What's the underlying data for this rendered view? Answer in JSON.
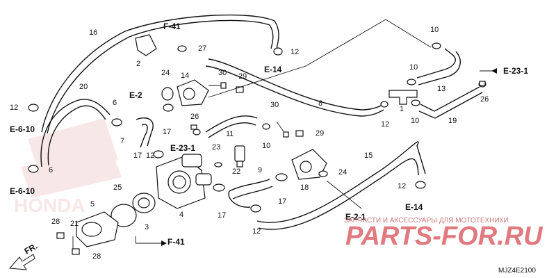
{
  "diagram": {
    "code": "MJZ4E2100",
    "direction_label": "FR.",
    "watermark_caption": "ЗАПЧАСТИ И АКСЕССУАРЫ ДЛЯ МОТОТЕХНИКИ",
    "watermark_brand": "PARTS-FOR.RU"
  },
  "refs": {
    "f41_top": "F-41",
    "f41_bottom": "F-41",
    "e14_top": "E-14",
    "e14_right": "E-14",
    "e2_left": "E-2",
    "e2_bottom": "E-2-1",
    "e231_mid": "E-23-1",
    "e231_right": "E-23-1",
    "e610_top": "E-6-10",
    "e610_bottom": "E-6-10"
  },
  "callouts": {
    "c1": "1",
    "c2": "2",
    "c3": "3",
    "c4": "4",
    "c5": "5",
    "c6a": "6",
    "c6b": "6",
    "c7": "7",
    "c8": "8",
    "c9": "9",
    "c10a": "10",
    "c10b": "10",
    "c10c": "10",
    "c10d": "10",
    "c11": "11",
    "c12a": "12",
    "c12b": "12",
    "c12c": "12",
    "c12d": "12",
    "c12e": "12",
    "c12f": "12",
    "c13": "13",
    "c14": "14",
    "c15": "15",
    "c16": "16",
    "c17a": "17",
    "c17b": "17",
    "c17c": "17",
    "c17d": "17",
    "c18": "18",
    "c19": "19",
    "c20": "20",
    "c21": "21",
    "c22": "22",
    "c23": "23",
    "c24a": "24",
    "c24b": "24",
    "c25": "25",
    "c26a": "26",
    "c26b": "26",
    "c27": "27",
    "c28a": "28",
    "c28b": "28",
    "c29a": "29",
    "c29b": "29",
    "c30a": "30",
    "c30b": "30"
  }
}
